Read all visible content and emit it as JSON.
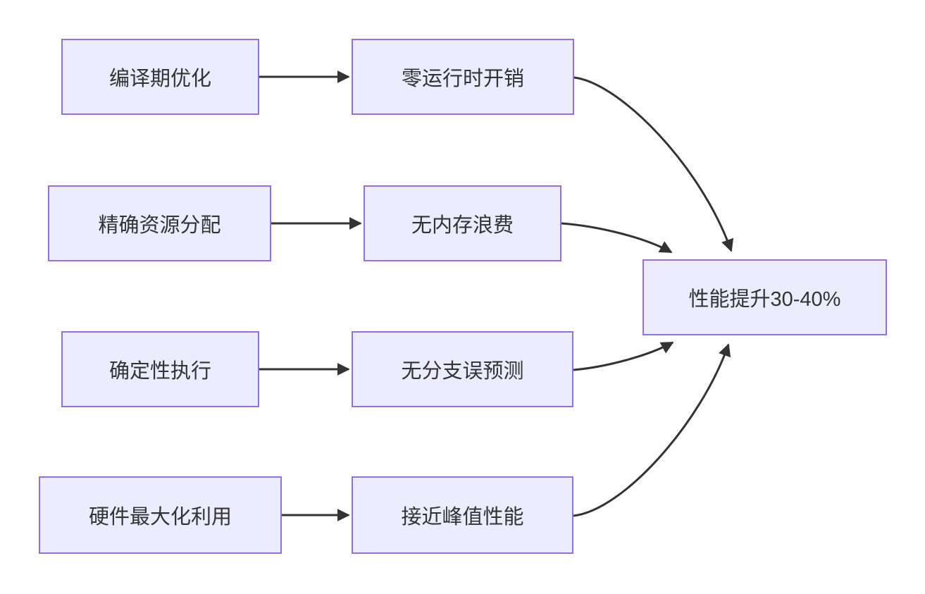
{
  "diagram": {
    "type": "flowchart",
    "direction": "left-to-right",
    "nodes": [
      {
        "id": "compile_time_optimization",
        "label": "编译期优化",
        "column": "cause",
        "row": 1
      },
      {
        "id": "zero_runtime_overhead",
        "label": "零运行时开销",
        "column": "effect",
        "row": 1
      },
      {
        "id": "precise_resource_allocation",
        "label": "精确资源分配",
        "column": "cause",
        "row": 2
      },
      {
        "id": "no_memory_waste",
        "label": "无内存浪费",
        "column": "effect",
        "row": 2
      },
      {
        "id": "deterministic_execution",
        "label": "确定性执行",
        "column": "cause",
        "row": 3
      },
      {
        "id": "no_branch_misprediction",
        "label": "无分支误预测",
        "column": "effect",
        "row": 3
      },
      {
        "id": "hardware_max_utilization",
        "label": "硬件最大化利用",
        "column": "cause",
        "row": 4
      },
      {
        "id": "near_peak_performance",
        "label": "接近峰值性能",
        "column": "effect",
        "row": 4
      },
      {
        "id": "performance_gain",
        "label": "性能提升30-40%",
        "column": "result",
        "row": null
      }
    ],
    "edges": [
      {
        "from": "compile_time_optimization",
        "to": "zero_runtime_overhead"
      },
      {
        "from": "precise_resource_allocation",
        "to": "no_memory_waste"
      },
      {
        "from": "deterministic_execution",
        "to": "no_branch_misprediction"
      },
      {
        "from": "hardware_max_utilization",
        "to": "near_peak_performance"
      },
      {
        "from": "zero_runtime_overhead",
        "to": "performance_gain"
      },
      {
        "from": "no_memory_waste",
        "to": "performance_gain"
      },
      {
        "from": "no_branch_misprediction",
        "to": "performance_gain"
      },
      {
        "from": "near_peak_performance",
        "to": "performance_gain"
      }
    ],
    "colors": {
      "node_fill": "#ECECFF",
      "node_border": "#9370DB",
      "edge": "#333333",
      "text": "#333333",
      "background": "#FFFFFF"
    }
  }
}
